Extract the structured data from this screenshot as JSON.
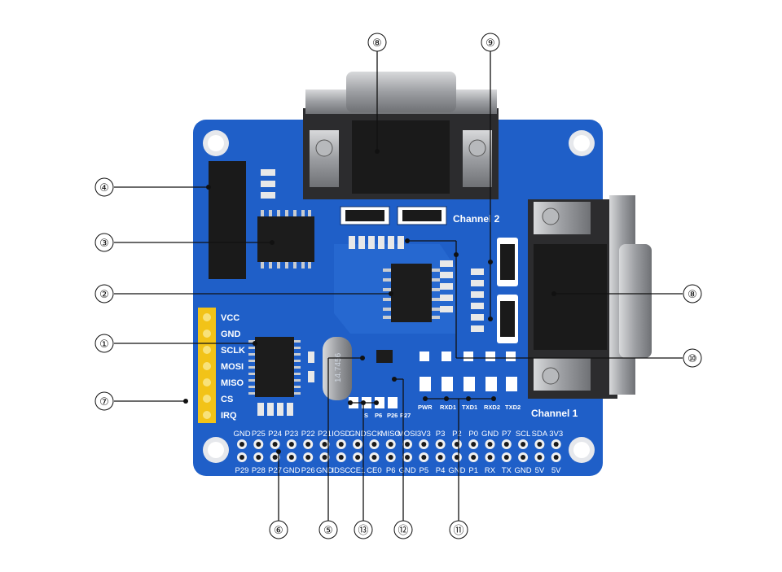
{
  "board": {
    "channel1_label": "Channel 1",
    "channel2_label": "Channel 2",
    "crystal_marking": "14.7456",
    "side_header_labels": [
      "VCC",
      "GND",
      "SCLK",
      "MOSI",
      "MISO",
      "CS",
      "IRQ"
    ],
    "led_labels": [
      "PWR",
      "RXD1",
      "TXD1",
      "RXD2",
      "TXD2"
    ],
    "jumper_labels": [
      "S",
      "P6",
      "P26",
      "P27"
    ],
    "gpio_top_labels": [
      "GND",
      "P25",
      "P24",
      "P23",
      "P22",
      "P21",
      "IOSD",
      "GND",
      "SCK",
      "MISO",
      "MOSI",
      "3V3",
      "P3",
      "P2",
      "P0",
      "GND",
      "P7",
      "SCL",
      "SDA",
      "3V3"
    ],
    "gpio_bottom_labels": [
      "P29",
      "P28",
      "P27",
      "GND",
      "P26",
      "GND",
      "IDSC",
      "CE1",
      "CE0",
      "P6",
      "GND",
      "P5",
      "P4",
      "GND",
      "P1",
      "RX",
      "TX",
      "GND",
      "5V",
      "5V"
    ]
  },
  "callouts": {
    "c1": "①",
    "c2": "②",
    "c3": "③",
    "c4": "④",
    "c5": "⑤",
    "c6": "⑥",
    "c7": "⑦",
    "c8_top": "⑧",
    "c8_right": "⑧",
    "c9": "⑨",
    "c10": "⑩",
    "c11": "⑪",
    "c12": "⑫",
    "c13": "⑬"
  },
  "colors": {
    "pcb_blue": "#1f5fc8",
    "pcb_dark": "#17479a",
    "header_yellow": "#f2c318",
    "silkscreen": "#ffffff",
    "connector_metal": "#a8aaae",
    "chip_black": "#1a1a1a"
  }
}
